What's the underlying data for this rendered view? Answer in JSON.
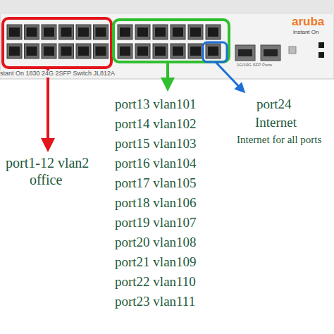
{
  "diagram": {
    "labels": [
      "aruba",
      "instant On",
      "1G/10G SFP Ports",
      "stant On 1830 24G 2SFP Switch JL812A",
      "port1-12 vlan2",
      "office",
      "port13 vlan101",
      "port14 vlan102",
      "port15 vlan103",
      "port16 vlan104",
      "port17 vlan105",
      "port18 vlan106",
      "port19 vlan107",
      "port20 vlan108",
      "port21 vlan109",
      "port22 vlan110",
      "port23 vlan111",
      "port24",
      "Internet",
      "Internet for all ports"
    ]
  }
}
